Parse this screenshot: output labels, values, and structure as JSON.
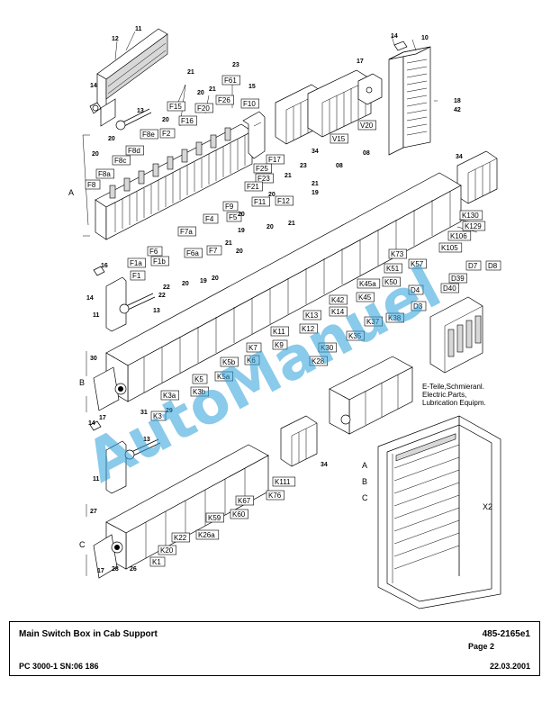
{
  "diagram": {
    "row_labels": [
      "A",
      "B",
      "C"
    ],
    "cabinet_row_labels": [
      "A",
      "B",
      "C"
    ],
    "cabinet_label": "X2",
    "legend_lines": [
      "E-Teile,Schmieranl.",
      "Electric.Parts,",
      "Lubrication Equipm."
    ],
    "watermark": "AutoManuel",
    "boxed_labels": [
      "F61",
      "F10",
      "F15",
      "F16",
      "F20",
      "F26",
      "F2",
      "F8e",
      "F8d",
      "F8c",
      "F8a",
      "F8",
      "F17",
      "F25",
      "F23",
      "F21",
      "F9",
      "F11",
      "F12",
      "F4",
      "F5",
      "F7a",
      "F6a",
      "F7",
      "F6",
      "F1a",
      "F1b",
      "F1",
      "V15",
      "V20",
      "K130",
      "K129",
      "K106",
      "K105",
      "K73",
      "K57",
      "K51",
      "K50",
      "K45a",
      "K45",
      "K42",
      "K37",
      "K38",
      "K35",
      "K30",
      "K28",
      "K14",
      "K13",
      "K12",
      "K11",
      "K9",
      "K7",
      "K6",
      "K5b",
      "K5a",
      "K5",
      "K3a",
      "K3b",
      "K3",
      "D7",
      "D8",
      "D39",
      "D40",
      "D4",
      "D3",
      "K111",
      "K76",
      "K67",
      "K60",
      "K59",
      "K26a",
      "K22",
      "K20",
      "K1"
    ],
    "numbers": [
      "11",
      "12",
      "14",
      "13",
      "21",
      "20",
      "23",
      "15",
      "17",
      "10",
      "18",
      "42",
      "34",
      "08",
      "16",
      "22",
      "19",
      "30",
      "29",
      "31",
      "27",
      "28",
      "26"
    ]
  },
  "footer": {
    "title": "Main Switch Box in Cab Support",
    "doc_number": "485-2165e1",
    "page": "Page 2",
    "machine": "PC 3000-1 SN:06 186",
    "date": "22.03.2001"
  }
}
